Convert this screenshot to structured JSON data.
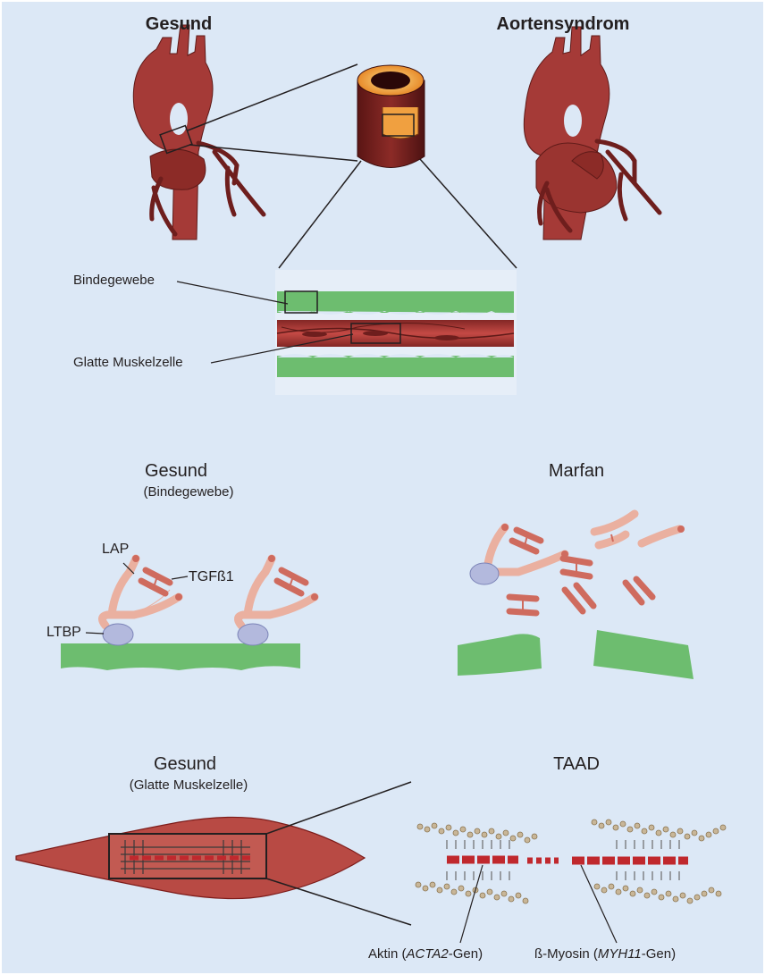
{
  "colors": {
    "background": "#dce8f6",
    "aorta": "#a53a37",
    "aorta_dark": "#6e1e1d",
    "connective_tissue": "#6dbd6f",
    "muscle": "#b84a44",
    "lap": "#eab0a0",
    "tgf": "#cf6b5e",
    "ltbp": "#b3b9dd",
    "myosin_head": "#c8b698",
    "actin": "#c0282d"
  },
  "top": {
    "healthy_title": "Gesund",
    "disease_title": "Aortensyndrom",
    "label_connective": "Bindegewebe",
    "label_smooth_muscle": "Glatte Muskelzelle"
  },
  "middle": {
    "healthy_title": "Gesund",
    "healthy_subtitle": "(Bindegewebe)",
    "disease_title": "Marfan",
    "label_lap": "LAP",
    "label_tgf": "TGFß1",
    "label_ltbp": "LTBP"
  },
  "bottom": {
    "healthy_title": "Gesund",
    "healthy_subtitle": "(Glatte Muskelzelle)",
    "disease_title": "TAAD",
    "actin_prefix": "Aktin (",
    "actin_gene": "ACTA2",
    "actin_suffix": "-Gen)",
    "myosin_prefix": "ß-Myosin (",
    "myosin_gene": "MYH11",
    "myosin_suffix": "-Gen)"
  }
}
